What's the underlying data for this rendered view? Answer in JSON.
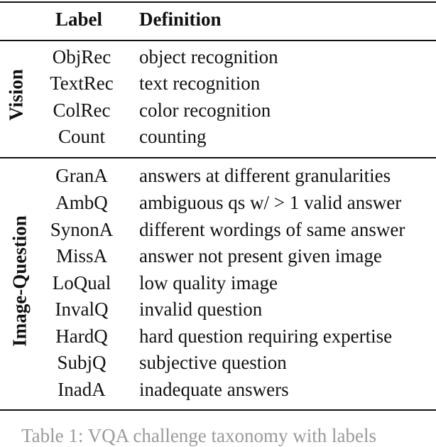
{
  "table": {
    "headers": {
      "label": "Label",
      "definition": "Definition"
    },
    "groups": [
      {
        "name": "Vision",
        "rows": [
          {
            "label": "ObjRec",
            "definition": "object recognition"
          },
          {
            "label": "TextRec",
            "definition": "text recognition"
          },
          {
            "label": "ColRec",
            "definition": "color recognition"
          },
          {
            "label": "Count",
            "definition": "counting"
          }
        ]
      },
      {
        "name": "Image-Question",
        "rows": [
          {
            "label": "GranA",
            "definition": "answers at different granularities"
          },
          {
            "label": "AmbQ",
            "definition": "ambiguous qs w/ > 1 valid answer"
          },
          {
            "label": "SynonA",
            "definition": "different wordings of same answer"
          },
          {
            "label": "MissA",
            "definition": "answer not present given image"
          },
          {
            "label": "LoQual",
            "definition": "low quality image"
          },
          {
            "label": "InvalQ",
            "definition": "invalid question"
          },
          {
            "label": "HardQ",
            "definition": "hard question requiring expertise"
          },
          {
            "label": "SubjQ",
            "definition": "subjective question"
          },
          {
            "label": "InadA",
            "definition": "inadequate answers"
          }
        ]
      }
    ]
  },
  "caption": "Table 1: VQA challenge taxonomy with labels"
}
